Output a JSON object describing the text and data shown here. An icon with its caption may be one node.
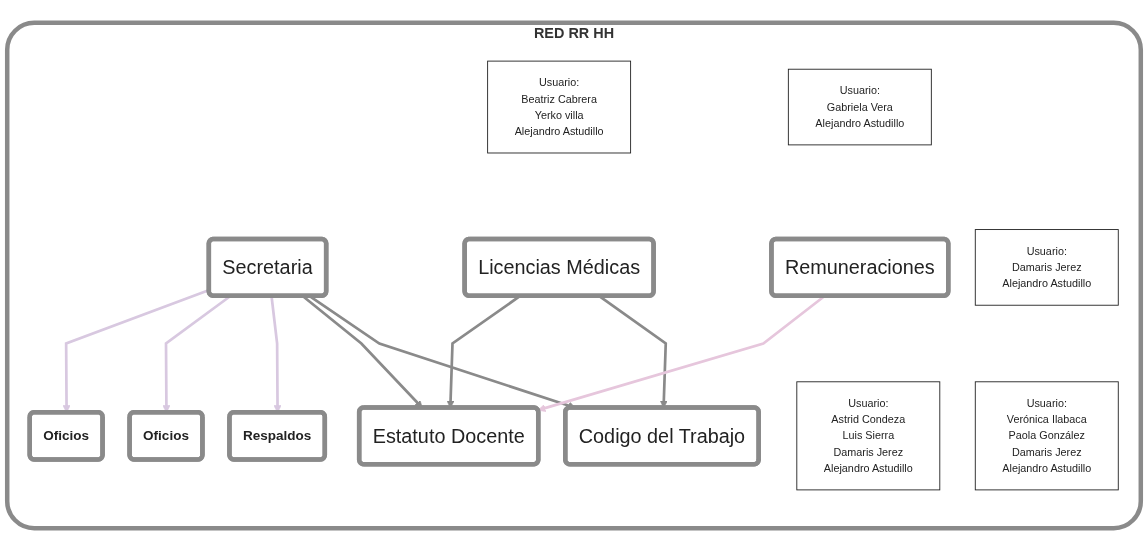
{
  "diagram": {
    "nodes": [
      {
        "text": [
          "RED RR HH"
        ]
      },
      {
        "text": [
          "Oficios"
        ],
        "in": 0
      },
      {
        "text": [
          "Oficios"
        ],
        "in": 0
      },
      {
        "text": [
          "Respaldos"
        ],
        "in": 0
      },
      {
        "text": [
          "Usuario:",
          "Beatriz Cabrera",
          "Yerko villa",
          "Alejandro Astudillo"
        ],
        "in": 0
      },
      {
        "text": [
          "Usuario:",
          "Gabriela Vera",
          "Alejandro Astudillo"
        ],
        "in": 0
      },
      {
        "text": [
          "Usuario:",
          "Damaris Jerez",
          "Alejandro Astudillo"
        ],
        "in": 0
      },
      {
        "text": [
          "Secretaria"
        ],
        "in": 0
      },
      {
        "text": [
          "Licencias Médicas"
        ],
        "in": 0
      },
      {
        "text": [
          "Remuneraciones"
        ],
        "in": 0
      },
      {
        "text": [
          "Usuario:",
          "Verónica Ilabaca",
          "Paola González",
          "Damaris Jerez",
          "Alejandro Astudillo"
        ],
        "in": 0
      },
      {
        "text": [
          "Estatuto Docente"
        ],
        "in": 0
      },
      {
        "text": [
          "Codigo del Trabajo"
        ],
        "in": 0
      },
      {
        "text": [
          "Usuario:",
          "Astrid Condeza",
          "Luis Sierra",
          "Damaris Jerez",
          "Alejandro Astudillo"
        ],
        "in": 0
      }
    ],
    "edges": [
      {
        "from": 7,
        "to": 1,
        "arrow": "to",
        "color": "#d8c8e0"
      },
      {
        "from": 7,
        "to": 2,
        "arrow": "to",
        "color": "#d8c8e0"
      },
      {
        "from": 7,
        "to": 3,
        "arrow": "to",
        "color": "#d8c8e0"
      },
      {
        "from": 7,
        "to": 11,
        "arrow": "to"
      },
      {
        "from": 7,
        "to": 12,
        "arrow": "to"
      },
      {
        "from": 8,
        "to": 11,
        "arrow": "to"
      },
      {
        "from": 8,
        "to": 12,
        "arrow": "to"
      },
      {
        "from": 9,
        "to": 11,
        "arrow": "to",
        "color": "#e6c6dc"
      }
    ]
  }
}
